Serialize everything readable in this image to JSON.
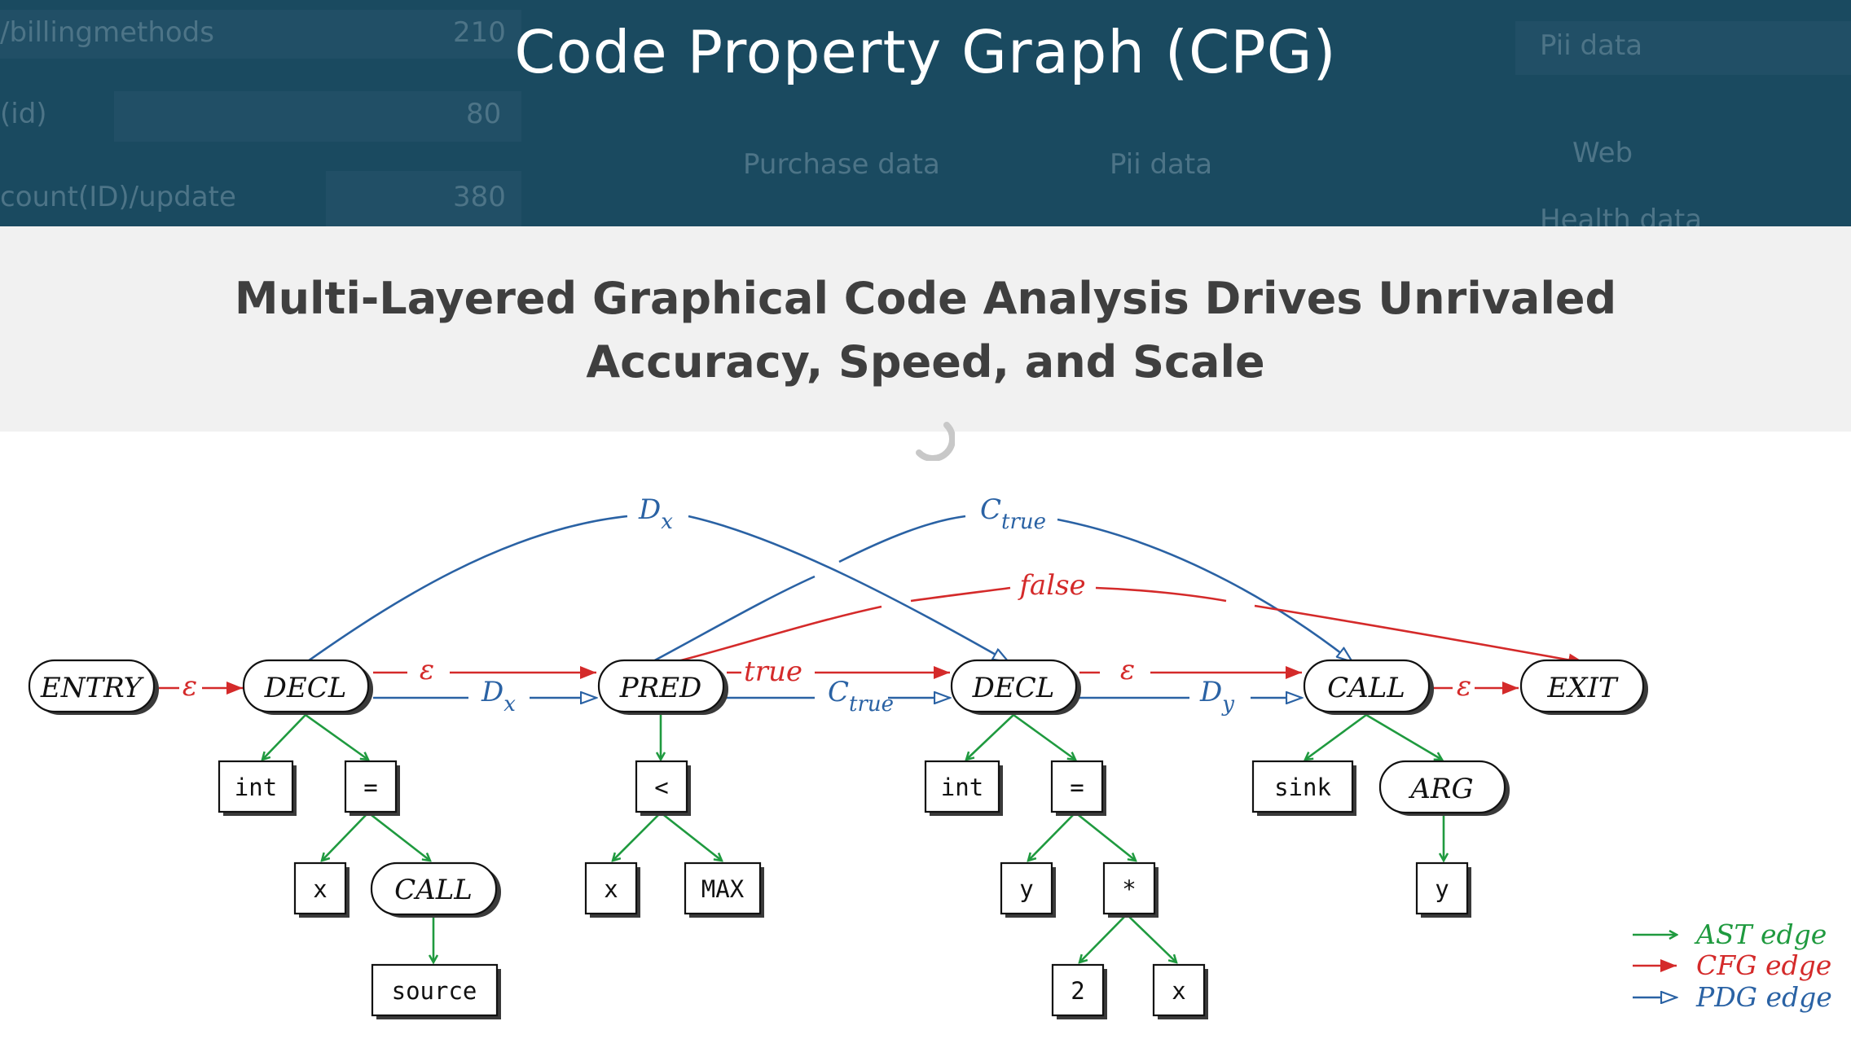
{
  "header": {
    "title": "Code Property Graph (CPG)",
    "background_text": [
      "/billingmethods",
      "210",
      "(id)",
      "80",
      "count(ID)/update",
      "380",
      "Purchase data",
      "Pii data",
      "Pii data",
      "Web",
      "Health data"
    ]
  },
  "banner": {
    "line1": "Multi-Layered Graphical Code Analysis Drives Unrivaled",
    "line2": "Accuracy, Speed, and Scale"
  },
  "diagram": {
    "nodes": {
      "entry": "ENTRY",
      "decl1": "DECL",
      "pred": "PRED",
      "decl2": "DECL",
      "call": "CALL",
      "exit": "EXIT",
      "int1": "int",
      "eq1": "=",
      "x1": "x",
      "call_inner": "CALL",
      "source": "source",
      "lt": "<",
      "x2": "x",
      "max": "MAX",
      "int2": "int",
      "eq2": "=",
      "y1": "y",
      "mul": "*",
      "two": "2",
      "x3": "x",
      "sink": "sink",
      "arg": "ARG",
      "y2": "y"
    },
    "edge_labels": {
      "epsilon": "ε",
      "d": "D",
      "c": "C",
      "sub_x": "x",
      "sub_y": "y",
      "sub_true": "true",
      "true": "true",
      "false": "false"
    },
    "legend": {
      "ast": "AST edge",
      "cfg": "CFG edge",
      "pdg": "PDG edge"
    },
    "colors": {
      "ast": "#1f9a3f",
      "cfg": "#d42a2a",
      "pdg": "#2a62a4"
    }
  }
}
